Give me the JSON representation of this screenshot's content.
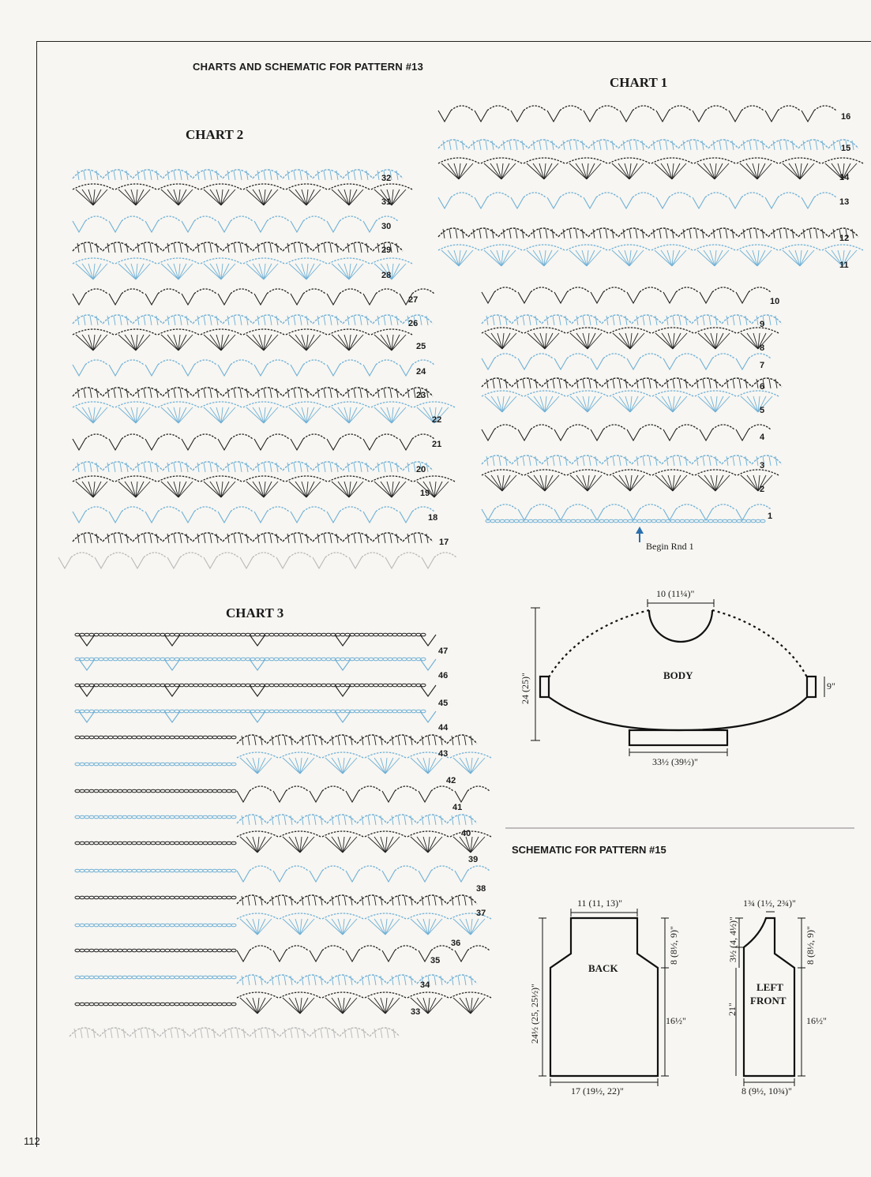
{
  "header": "CHARTS AND SCHEMATIC FOR PATTERN #13",
  "charts": {
    "chart1": {
      "title": "CHART 1",
      "rounds": [
        "16",
        "15",
        "14",
        "13",
        "12",
        "11",
        "10",
        "9",
        "8",
        "7",
        "6",
        "5",
        "4",
        "3",
        "2",
        "1"
      ],
      "begin_label": "Begin Rnd 1"
    },
    "chart2": {
      "title": "CHART 2",
      "rounds": [
        "32",
        "31",
        "30",
        "29",
        "28",
        "27",
        "26",
        "25",
        "24",
        "23",
        "22",
        "21",
        "20",
        "19",
        "18",
        "17"
      ]
    },
    "chart3": {
      "title": "CHART 3",
      "rounds": [
        "47",
        "46",
        "45",
        "44",
        "43",
        "42",
        "41",
        "40",
        "39",
        "38",
        "37",
        "36",
        "35",
        "34",
        "33"
      ]
    }
  },
  "body_schematic": {
    "label": "BODY",
    "top_width": "10 (11¼)\"",
    "height": "24 (25)\"",
    "side": "9\"",
    "bottom_width": "33½ (39½)\""
  },
  "pattern15": {
    "title": "SCHEMATIC FOR PATTERN #15",
    "back": {
      "label": "BACK",
      "top": "11 (11, 13)\"",
      "total_height": "24½ (25, 25½)\"",
      "upper": "8 (8½, 9)\"",
      "lower": "16½\"",
      "bottom": "17 (19½, 22)\""
    },
    "front": {
      "label_line1": "LEFT",
      "label_line2": "FRONT",
      "top": "1¾ (1½, 2¾)\"",
      "neck": "3½ (4, 4½)\"",
      "upper": "8 (8½, 9)\"",
      "height": "21\"",
      "lower": "16½\"",
      "bottom": "8 (9½, 10¾)\""
    }
  },
  "page_number": "112",
  "colors": {
    "blue": "#6fb0d6",
    "black": "#222222",
    "grey": "#b8b8b8"
  }
}
